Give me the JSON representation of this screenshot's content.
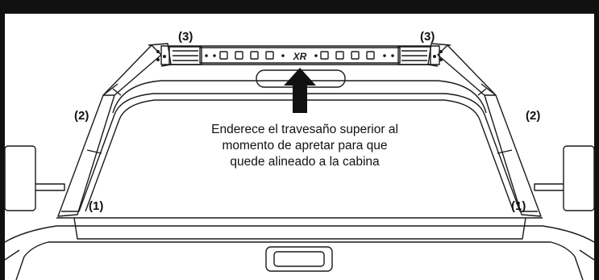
{
  "labels": {
    "left_lower": "(1)",
    "right_lower": "(1)",
    "left_mid": "(2)",
    "right_mid": "(2)",
    "left_top": "(3)",
    "right_top": "(3)"
  },
  "instruction": {
    "line1": "Enderece el travesaño superior al",
    "line2": "momento de apretar para que",
    "line3": "quede alineado a la cabina"
  },
  "crossbar_logo": "XR",
  "colors": {
    "frame": "#111111",
    "line": "#1a1a1a",
    "background": "#ffffff"
  }
}
